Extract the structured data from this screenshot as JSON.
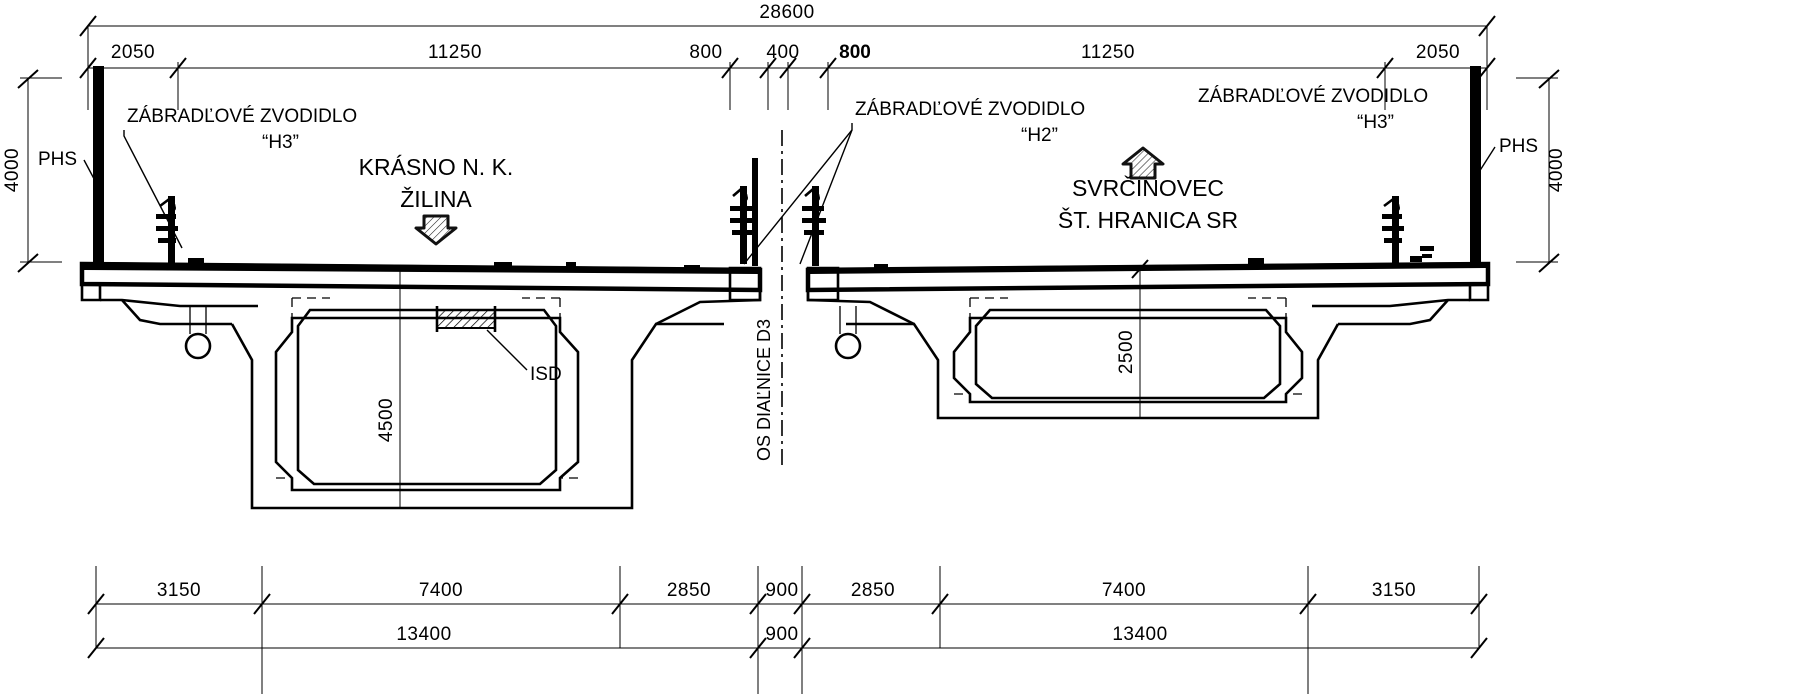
{
  "drawing": {
    "type": "bridge-cross-section",
    "title_vertical": "OS DIAĽNICE D3"
  },
  "dimensions": {
    "overall": "28600",
    "top_row": [
      {
        "label": "2050",
        "bold": false
      },
      {
        "label": "11250",
        "bold": false
      },
      {
        "label": "800",
        "bold": false
      },
      {
        "label": "400",
        "bold": false
      },
      {
        "label": "800",
        "bold": true
      },
      {
        "label": "11250",
        "bold": false
      },
      {
        "label": "2050",
        "bold": false
      }
    ],
    "bottom_row": [
      {
        "label": "3150"
      },
      {
        "label": "7400"
      },
      {
        "label": "2850"
      },
      {
        "label": "900"
      },
      {
        "label": "2850"
      },
      {
        "label": "7400"
      },
      {
        "label": "3150"
      }
    ],
    "bottom_totals": [
      {
        "label": "13400"
      },
      {
        "label": "900"
      },
      {
        "label": "13400"
      }
    ],
    "vertical_left": "4000",
    "vertical_right": "4000",
    "girder_left_depth": "4500",
    "girder_right_depth": "2500"
  },
  "labels": {
    "phs_left": "PHS",
    "phs_right": "PHS",
    "barrier_left": {
      "name": "ZÁBRADĽOVÉ ZVODIDLO",
      "grade": "“H3”"
    },
    "barrier_center": {
      "name": "ZÁBRADĽOVÉ ZVODIDLO",
      "grade": "“H2”"
    },
    "barrier_right": {
      "name": "ZÁBRADĽOVÉ ZVODIDLO",
      "grade": "“H3”"
    },
    "isd": "ISD",
    "direction_left": {
      "line1": "KRÁSNO N. K.",
      "line2": "ŽILINA",
      "arrow": "arrow-down-icon"
    },
    "direction_right": {
      "line1": "SVRČINOVEC",
      "line2": "ŠT. HRANICA SR",
      "arrow": "arrow-up-icon"
    }
  },
  "colors": {
    "line": "#000000",
    "background": "#ffffff",
    "arrow_fill": "#555555"
  }
}
